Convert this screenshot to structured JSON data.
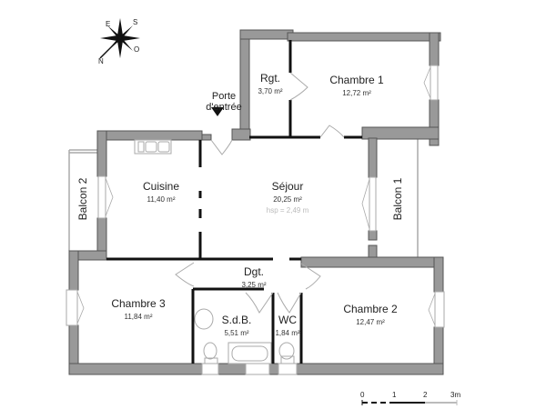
{
  "compass": {
    "labels": {
      "north": "N",
      "south": "S",
      "east": "E",
      "west": "O"
    }
  },
  "entrance": {
    "label_line1": "Porte",
    "label_line2": "d'entrée"
  },
  "rooms": {
    "rangement": {
      "name": "Rgt.",
      "area": "3,70 m²"
    },
    "chambre1": {
      "name": "Chambre 1",
      "area": "12,72 m²"
    },
    "cuisine": {
      "name": "Cuisine",
      "area": "11,40 m²"
    },
    "sejour": {
      "name": "Séjour",
      "area": "20,25 m²",
      "hsp": "hsp = 2,49 m"
    },
    "degagement": {
      "name": "Dgt.",
      "area": "3,25 m²"
    },
    "chambre3": {
      "name": "Chambre 3",
      "area": "11,84 m²"
    },
    "sdb": {
      "name": "S.d.B.",
      "area": "5,51 m²"
    },
    "wc": {
      "name": "WC",
      "area": "1,84 m²"
    },
    "chambre2": {
      "name": "Chambre 2",
      "area": "12,47 m²"
    }
  },
  "balconies": {
    "balcon1": {
      "name": "Balcon 1"
    },
    "balcon2": {
      "name": "Balcon 2"
    }
  },
  "scale_bar": {
    "ticks": [
      "0",
      "1",
      "2",
      "3m"
    ]
  },
  "colors": {
    "wall": "#999999",
    "wall_outline": "#555555",
    "partition": "#111111",
    "fixture": "#aaaaaa"
  }
}
